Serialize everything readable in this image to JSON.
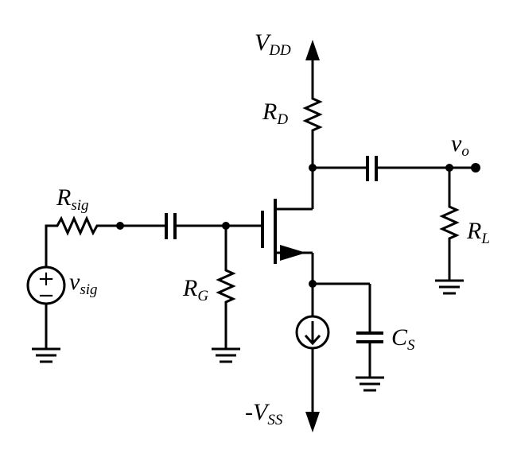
{
  "labels": {
    "vdd": {
      "main": "V",
      "sub": "DD"
    },
    "rd": {
      "main": "R",
      "sub": "D"
    },
    "vo": {
      "main": "v",
      "sub": "o"
    },
    "rsig": {
      "main": "R",
      "sub": "sig"
    },
    "vsig": {
      "main": "v",
      "sub": "sig"
    },
    "rg": {
      "main": "R",
      "sub": "G"
    },
    "rl": {
      "main": "R",
      "sub": "L"
    },
    "cs": {
      "main": "C",
      "sub": "S"
    },
    "vss": {
      "main": "-V",
      "sub": "SS"
    }
  },
  "symbols": {
    "plus": "+",
    "minus": "−"
  }
}
